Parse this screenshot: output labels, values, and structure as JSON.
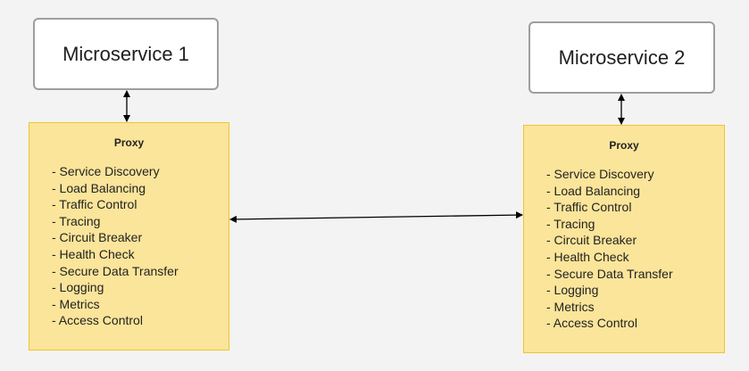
{
  "microservices": [
    {
      "label": "Microservice 1"
    },
    {
      "label": "Microservice 2"
    }
  ],
  "proxies": [
    {
      "title": "Proxy",
      "features": [
        "- Service Discovery",
        "- Load Balancing",
        "- Traffic Control",
        "- Tracing",
        "- Circuit Breaker",
        "- Health Check",
        "- Secure Data Transfer",
        "- Logging",
        "- Metrics",
        "- Access Control"
      ]
    },
    {
      "title": "Proxy",
      "features": [
        "- Service Discovery",
        "- Load Balancing",
        "- Traffic Control",
        "- Tracing",
        "- Circuit Breaker",
        "- Health Check",
        "- Secure Data Transfer",
        "- Logging",
        "- Metrics",
        "- Access Control"
      ]
    }
  ],
  "colors": {
    "background": "#f3f3f3",
    "proxy_fill": "#fbe59a",
    "proxy_border": "#f1c232",
    "service_border": "#9e9e9e",
    "arrow": "#000000"
  }
}
